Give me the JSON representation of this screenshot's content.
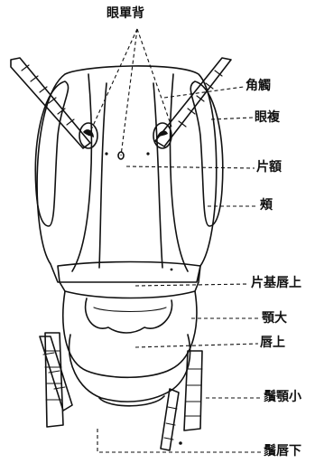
{
  "labels": {
    "simple_eyes": "眼單背",
    "antenna": "角觸",
    "compound_eye": "眼複",
    "frons": "片額",
    "gena": "頰",
    "clypeus": "片基唇上",
    "mandible": "顎大",
    "labrum": "唇上",
    "maxillary_palp": "鬚顎小",
    "labial_palp": "鬚唇下"
  }
}
